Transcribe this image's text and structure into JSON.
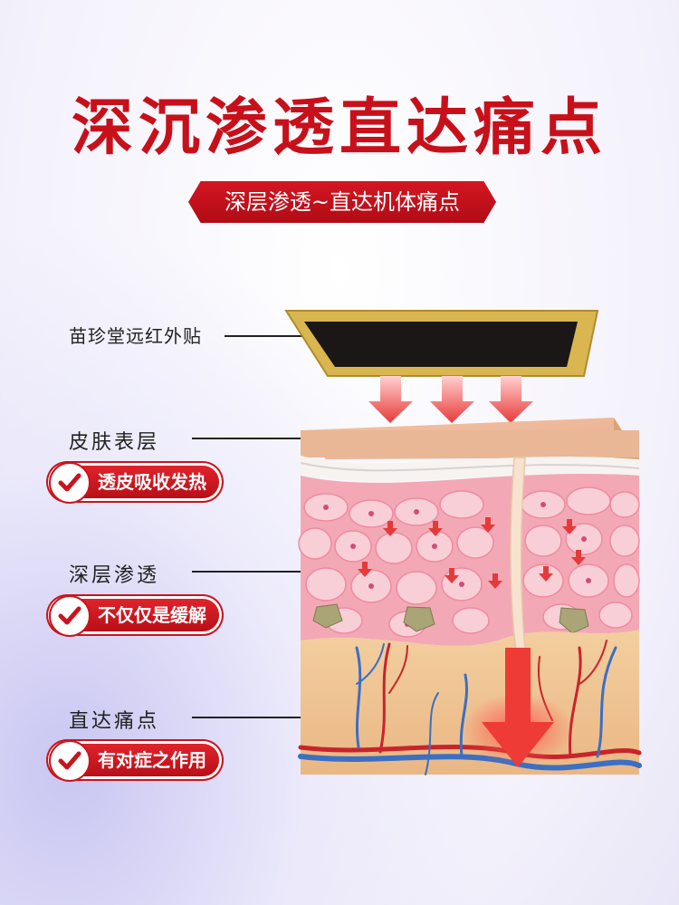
{
  "title": "深沉渗透直达痛点",
  "subtitle": "深层渗透~直达机体痛点",
  "patch_label": "苗珍堂远红外贴",
  "layers": [
    {
      "label": "皮肤表层",
      "badge": "透皮吸收发热"
    },
    {
      "label": "深层渗透",
      "badge": "不仅仅是缓解"
    },
    {
      "label": "直达痛点",
      "badge": "有对症之作用"
    }
  ],
  "colors": {
    "accent": "#c8101a",
    "skin": "#f1c79a",
    "cells": "#f6b6c1",
    "vein": "#3b6fc4",
    "artery": "#c8242a"
  }
}
